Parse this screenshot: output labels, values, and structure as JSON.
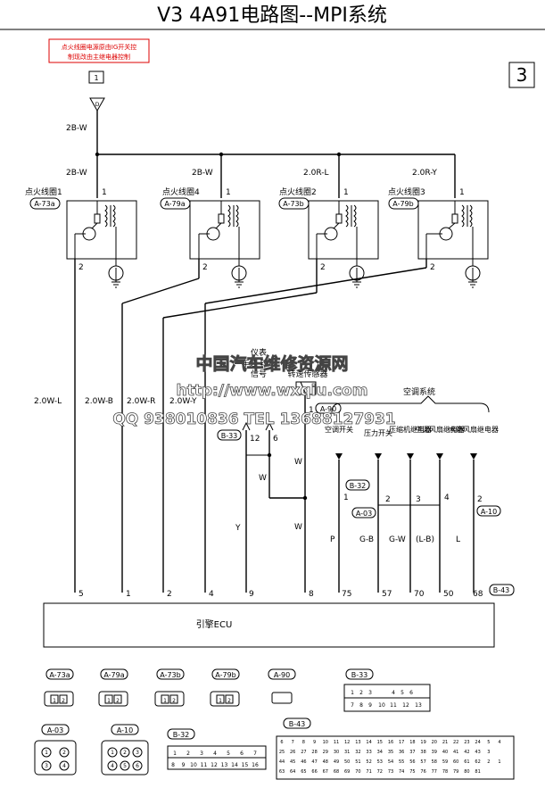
{
  "title": "V3 4A91电路图--MPI系统",
  "page_number": "3",
  "note": {
    "line1": "点火线圈电源原由IG开关控",
    "line2": "制现改由主继电器控制"
  },
  "fuse_ref": "1",
  "fuse_letter": "D",
  "main_wire": "2B-W",
  "coils": [
    {
      "name": "点火线圈1",
      "connector": "A-73a",
      "wire_top": "2B-W",
      "pin_top": "1",
      "pin_bottom": "2"
    },
    {
      "name": "点火线圈4",
      "connector": "A-79a",
      "wire_top": "2B-W",
      "pin_top": "1",
      "pin_bottom": "2"
    },
    {
      "name": "点火线圈2",
      "connector": "A-73b",
      "wire_top": "2.0R-L",
      "pin_top": "1",
      "pin_bottom": "2"
    },
    {
      "name": "点火线圈3",
      "connector": "A-79b",
      "wire_top": "2.0R-Y",
      "pin_top": "1",
      "pin_bottom": "2"
    }
  ],
  "lower_wires": [
    "2.0W-L",
    "2.0W-B",
    "2.0W-R",
    "2.0W-Y"
  ],
  "meter_label": {
    "l1": "仪表",
    "l2": "车速  转速",
    "l3": "信号"
  },
  "speed_sensor": {
    "label": "转速传感器",
    "box": "A-90",
    "pin": "1"
  },
  "b33": {
    "connector": "B-33",
    "pin12": "12",
    "pin6": "6"
  },
  "wires_mid": {
    "w1": "W",
    "w2": "W",
    "w3": "W",
    "y": "Y"
  },
  "ac_system": "空调系统",
  "switches": [
    {
      "name": "空调开关",
      "wire": "P",
      "pin": "1"
    },
    {
      "name": "压力开关",
      "wire": "G-B",
      "pin": "2"
    },
    {
      "name": "压缩机继电器",
      "wire": "G-W",
      "pin": "3"
    },
    {
      "name": "空调风扇继电器",
      "wire": "(L-B)",
      "pin": "4"
    },
    {
      "name": "水箱风扇继电器",
      "wire": "L",
      "pin": "2"
    }
  ],
  "conn_labels": {
    "b32": "B-32",
    "a03": "A-03",
    "a10": "A-10"
  },
  "ecu": {
    "label": "引擎ECU",
    "connector": "B-43",
    "pins": [
      "5",
      "1",
      "2",
      "4",
      "9",
      "8",
      "75",
      "57",
      "70",
      "50",
      "68"
    ]
  },
  "watermark": {
    "l1": "中国汽车维修资源网",
    "l2": "http://www.wxqiu.com",
    "l3": "QQ 938010836  TEL 13688127931"
  },
  "legend": [
    {
      "label": "A-73a",
      "pins": [
        "1",
        "2"
      ]
    },
    {
      "label": "A-79a",
      "pins": [
        "1",
        "2"
      ]
    },
    {
      "label": "A-73b",
      "pins": [
        "1",
        "2"
      ]
    },
    {
      "label": "A-79b",
      "pins": [
        "1",
        "2"
      ]
    },
    {
      "label": "A-90",
      "pins": []
    },
    {
      "label": "B-33",
      "pins": [
        "1",
        "2",
        "3",
        "4",
        "5",
        "6",
        "7",
        "8",
        "9",
        "10",
        "11",
        "12",
        "13"
      ]
    },
    {
      "label": "A-03",
      "pins": [
        "1",
        "2",
        "3",
        "4"
      ]
    },
    {
      "label": "A-10",
      "pins": [
        "1",
        "2",
        "3",
        "4",
        "5",
        "6"
      ]
    },
    {
      "label": "B-32",
      "pins": [
        "1",
        "2",
        "3",
        "4",
        "5",
        "6",
        "7",
        "8",
        "9",
        "10",
        "11",
        "12",
        "13",
        "14",
        "15",
        "16"
      ]
    },
    {
      "label": "B-43",
      "pins": []
    }
  ],
  "b43_rows": [
    [
      "6",
      "7",
      "8",
      "9",
      "10",
      "11",
      "12",
      "13",
      "14",
      "15",
      "16",
      "17",
      "18",
      "19",
      "20",
      "21",
      "22",
      "23",
      "24",
      "5",
      "4"
    ],
    [
      "25",
      "26",
      "27",
      "28",
      "29",
      "30",
      "31",
      "32",
      "33",
      "34",
      "35",
      "36",
      "37",
      "38",
      "39",
      "40",
      "41",
      "42",
      "43",
      "3"
    ],
    [
      "44",
      "45",
      "46",
      "47",
      "48",
      "49",
      "50",
      "51",
      "52",
      "53",
      "54",
      "55",
      "56",
      "57",
      "58",
      "59",
      "60",
      "61",
      "62",
      "2",
      "1"
    ],
    [
      "63",
      "64",
      "65",
      "66",
      "67",
      "68",
      "69",
      "70",
      "71",
      "72",
      "73",
      "74",
      "75",
      "76",
      "77",
      "78",
      "79",
      "80",
      "81"
    ]
  ]
}
